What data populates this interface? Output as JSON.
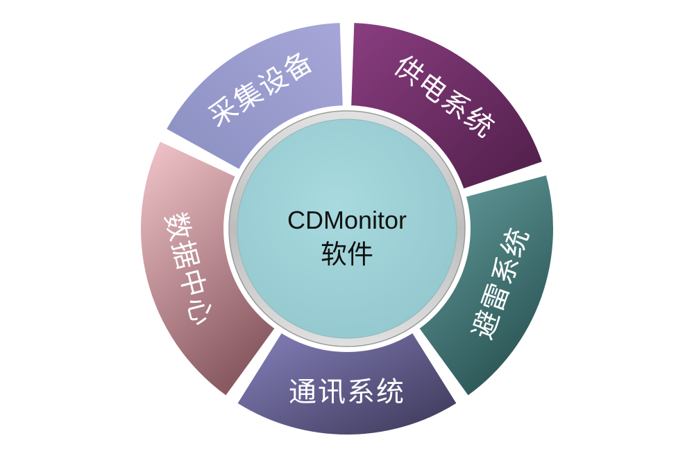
{
  "center": {
    "line1": "CDMonitor",
    "line2": "软件"
  },
  "segments": [
    {
      "label": "采集设备"
    },
    {
      "label": "供电系统"
    },
    {
      "label": "避雷系统"
    },
    {
      "label": "通讯系统"
    },
    {
      "label": "数据中心"
    }
  ],
  "colors": {
    "center_fill": "#a3d6dc",
    "center_ring": "#c8c8c8",
    "seg_采集设备": "#9795c8",
    "seg_供电系统": "#74316b",
    "seg_避雷系统": "#3d7373",
    "seg_通讯系统": "#5a5580",
    "seg_数据中心": "#c28b93"
  }
}
